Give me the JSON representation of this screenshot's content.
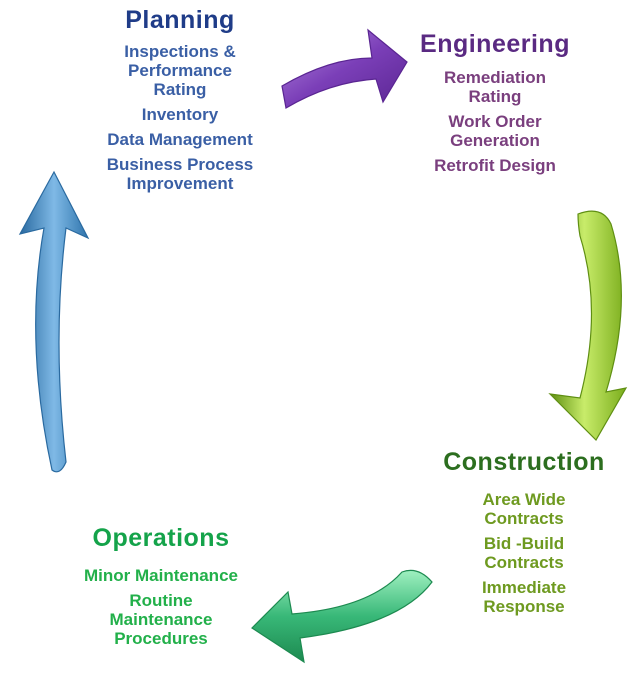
{
  "diagram": {
    "phases": [
      {
        "key": "planning",
        "title": "Planning",
        "items": [
          [
            "Inspections &",
            "Performance",
            "Rating"
          ],
          [
            "Inventory"
          ],
          [
            "Data Management"
          ],
          [
            "Business Process",
            "Improvement"
          ]
        ],
        "title_color": "#1f3c88",
        "text_color": "#3a5fa5"
      },
      {
        "key": "engineering",
        "title": "Engineering",
        "items": [
          [
            "Remediation",
            "Rating"
          ],
          [
            "Work Order",
            "Generation"
          ],
          [
            "Retrofit Design"
          ]
        ],
        "title_color": "#5a2a82",
        "text_color": "#7a3f7e"
      },
      {
        "key": "construction",
        "title": "Construction",
        "items": [
          [
            "Area Wide",
            "Contracts"
          ],
          [
            "Bid -Build",
            "Contracts"
          ],
          [
            "Immediate",
            "Response"
          ]
        ],
        "title_color": "#2c6e1f",
        "text_color": "#6e9a20"
      },
      {
        "key": "operations",
        "title": "Operations",
        "items": [
          [
            "Minor Maintenance"
          ],
          [
            "Routine",
            "Maintenance",
            "Procedures"
          ]
        ],
        "title_color": "#14a34a",
        "text_color": "#22b04a"
      }
    ],
    "arrows": [
      {
        "from": "planning",
        "to": "engineering",
        "color": "#8a4fc0"
      },
      {
        "from": "engineering",
        "to": "construction",
        "color": "#9acd32"
      },
      {
        "from": "construction",
        "to": "operations",
        "color": "#3cb878"
      },
      {
        "from": "operations",
        "to": "planning",
        "color": "#3d7fb8"
      }
    ]
  }
}
